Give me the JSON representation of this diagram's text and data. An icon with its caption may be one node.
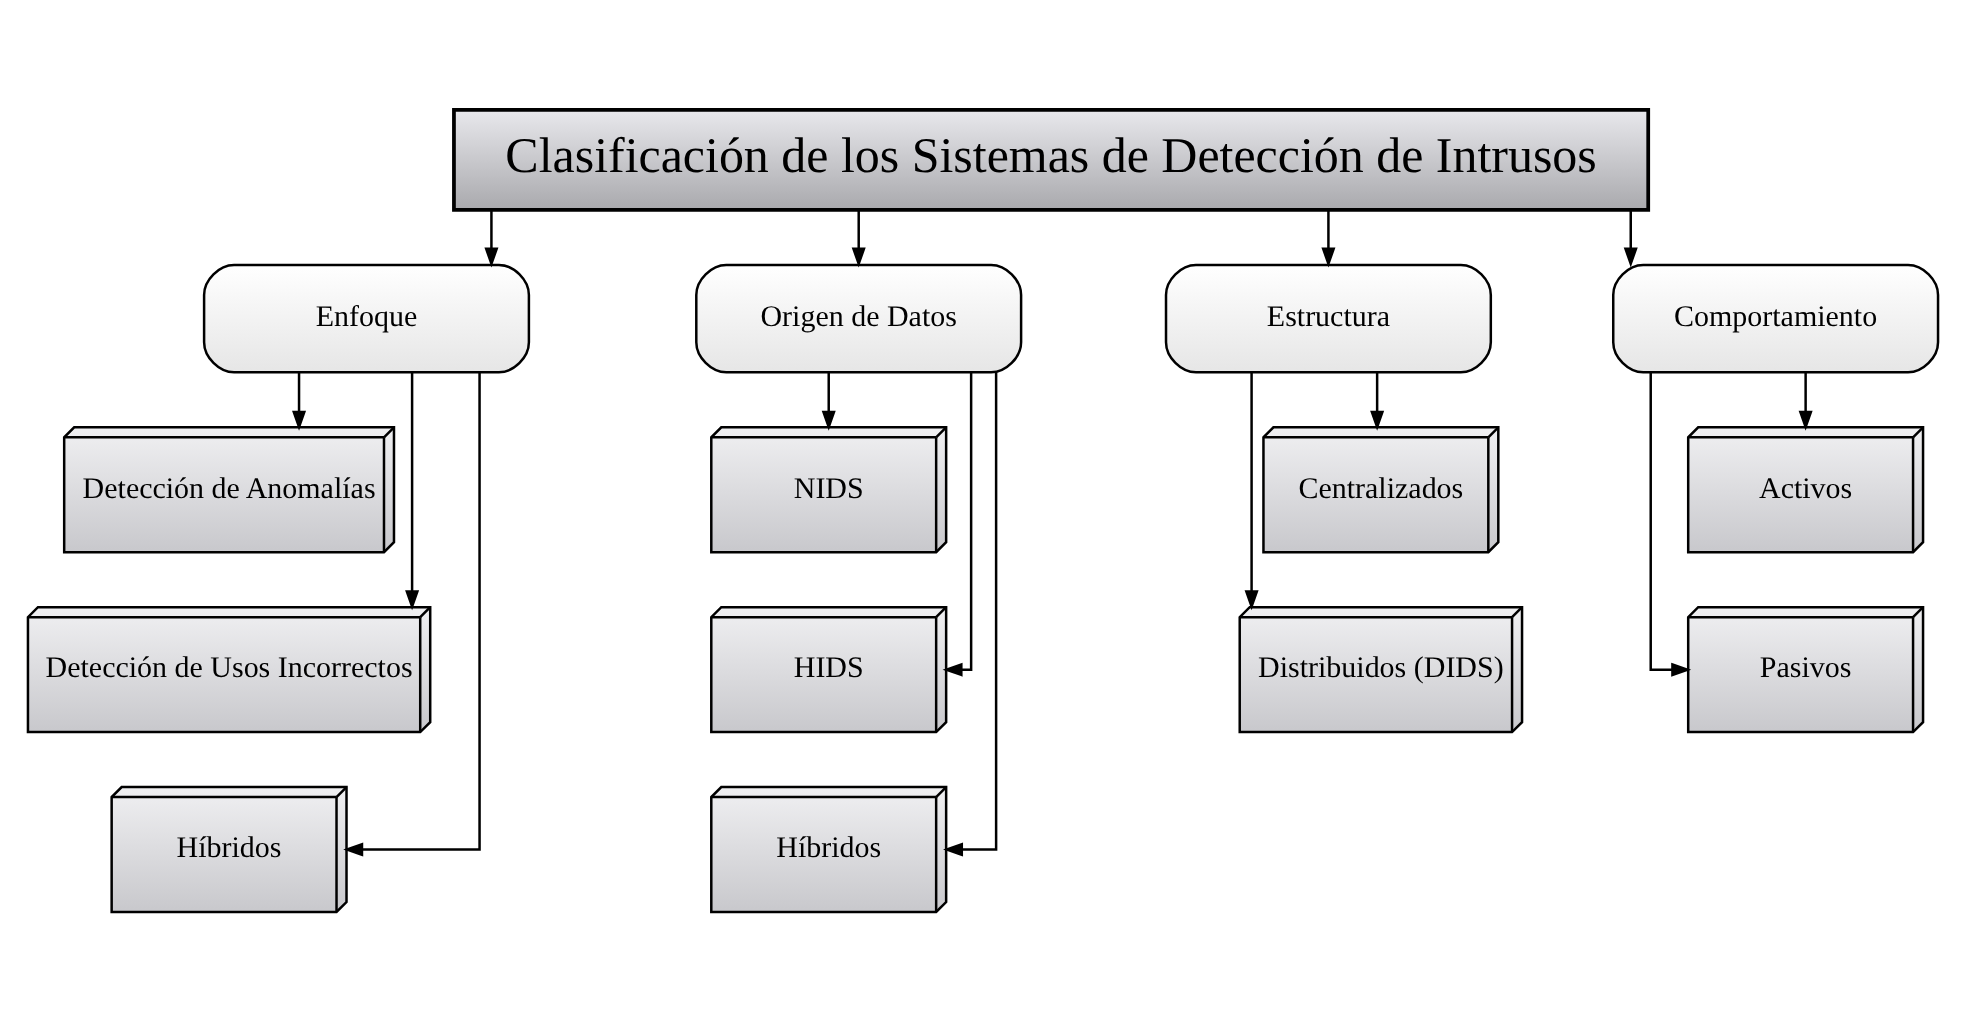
{
  "diagram": {
    "nodes": [
      {
        "text": [
          "Clasificación de los Sistemas de Detección de Intrusos"
        ]
      },
      {
        "text": [
          "Enfoque"
        ]
      },
      {
        "text": [
          "Origen de Datos"
        ]
      },
      {
        "text": [
          "Estructura"
        ]
      },
      {
        "text": [
          "Comportamiento"
        ]
      },
      {
        "text": [
          "Detección de Anomalías"
        ]
      },
      {
        "text": [
          "Detección de Usos Incorrectos"
        ]
      },
      {
        "text": [
          "Híbridos"
        ]
      },
      {
        "text": [
          "NIDS"
        ]
      },
      {
        "text": [
          "HIDS"
        ]
      },
      {
        "text": [
          "Híbridos"
        ]
      },
      {
        "text": [
          "Centralizados"
        ]
      },
      {
        "text": [
          "Distribuidos (DIDS)"
        ]
      },
      {
        "text": [
          "Activos"
        ]
      },
      {
        "text": [
          "Pasivos"
        ]
      }
    ],
    "edges": [
      {
        "from": 0,
        "to": 1,
        "arrow": "to"
      },
      {
        "from": 0,
        "to": 2,
        "arrow": "to"
      },
      {
        "from": 0,
        "to": 3,
        "arrow": "to"
      },
      {
        "from": 0,
        "to": 4,
        "arrow": "to"
      },
      {
        "from": 1,
        "to": 5,
        "arrow": "to"
      },
      {
        "from": 1,
        "to": 6,
        "arrow": "to"
      },
      {
        "from": 1,
        "to": 7,
        "arrow": "to"
      },
      {
        "from": 2,
        "to": 8,
        "arrow": "to"
      },
      {
        "from": 2,
        "to": 9,
        "arrow": "to"
      },
      {
        "from": 2,
        "to": 10,
        "arrow": "to"
      },
      {
        "from": 3,
        "to": 11,
        "arrow": "to"
      },
      {
        "from": 3,
        "to": 12,
        "arrow": "to"
      },
      {
        "from": 4,
        "to": 13,
        "arrow": "to"
      },
      {
        "from": 4,
        "to": 14,
        "arrow": "to"
      }
    ]
  }
}
